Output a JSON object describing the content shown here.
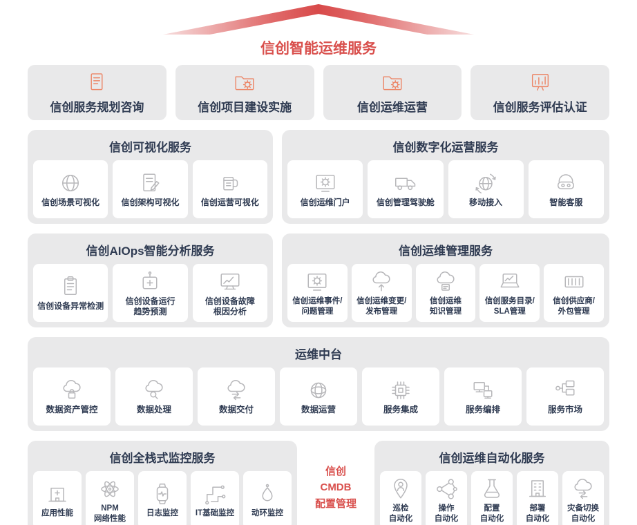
{
  "page": {
    "title": "信创智能运维服务"
  },
  "colors": {
    "accent_red": "#d9504d",
    "navy_text": "#2f3b52",
    "panel_gray": "#e9e9ea",
    "icon_gray": "#b7b7ba",
    "icon_orange": "#ec8566"
  },
  "top_services": {
    "items": [
      {
        "label": "信创服务规划咨询",
        "icon": "document-icon"
      },
      {
        "label": "信创项目建设实施",
        "icon": "folder-gear-icon"
      },
      {
        "label": "信创运维运营",
        "icon": "folder-gear-icon"
      },
      {
        "label": "信创服务评估认证",
        "icon": "bar-chart-icon"
      }
    ]
  },
  "viz": {
    "title": "信创可视化服务",
    "items": [
      {
        "label": "信创场景可视化",
        "icon": "globe-icon"
      },
      {
        "label": "信创架构可视化",
        "icon": "document-pencil-icon"
      },
      {
        "label": "信创运营可视化",
        "icon": "mug-icon"
      }
    ]
  },
  "digital": {
    "title": "信创数字化运营服务",
    "items": [
      {
        "label": "信创运维门户",
        "icon": "gear-screen-icon"
      },
      {
        "label": "信创管理驾驶舱",
        "icon": "truck-icon"
      },
      {
        "label": "移动接入",
        "icon": "globe-arrows-icon"
      },
      {
        "label": "智能客服",
        "icon": "vr-headset-icon"
      }
    ]
  },
  "aiops": {
    "title": "信创AIOps智能分析服务",
    "items": [
      {
        "label": "信创设备异常检测",
        "icon": "clipboard-icon"
      },
      {
        "label": "信创设备运行\n趋势预测",
        "icon": "device-health-icon"
      },
      {
        "label": "信创设备故障\n根因分析",
        "icon": "monitor-chart-icon"
      }
    ]
  },
  "opsmgmt": {
    "title": "信创运维管理服务",
    "items": [
      {
        "label": "信创运维事件/\n问题管理",
        "icon": "gear-screen-icon"
      },
      {
        "label": "信创运维变更/\n发布管理",
        "icon": "cloud-upload-icon"
      },
      {
        "label": "信创运维\n知识管理",
        "icon": "cloud-document-icon"
      },
      {
        "label": "信创服务目录/\nSLA管理",
        "icon": "laptop-chart-icon"
      },
      {
        "label": "信创供应商/\n外包管理",
        "icon": "container-icon"
      }
    ]
  },
  "middle": {
    "title": "运维中台",
    "items": [
      {
        "label": "数据资产管控",
        "icon": "cloud-lock-icon"
      },
      {
        "label": "数据处理",
        "icon": "cloud-search-icon"
      },
      {
        "label": "数据交付",
        "icon": "cloud-transfer-icon"
      },
      {
        "label": "数据运营",
        "icon": "globe-grid-icon"
      },
      {
        "label": "服务集成",
        "icon": "chip-icon"
      },
      {
        "label": "服务编排",
        "icon": "monitors-icon"
      },
      {
        "label": "服务市场",
        "icon": "server-network-icon"
      }
    ]
  },
  "monitoring": {
    "title": "信创全栈式监控服务",
    "items": [
      {
        "label": "应用性能",
        "icon": "hospital-icon"
      },
      {
        "label": "NPM\n网络性能",
        "icon": "atom-icon"
      },
      {
        "label": "日志监控",
        "icon": "watch-icon"
      },
      {
        "label": "IT基础监控",
        "icon": "circuit-icon"
      },
      {
        "label": "动环监控",
        "icon": "balloon-icon"
      }
    ]
  },
  "cmdb": {
    "label": "信创\nCMDB\n配置管理"
  },
  "automation": {
    "title": "信创运维自动化服务",
    "items": [
      {
        "label": "巡检\n自动化",
        "icon": "person-pin-icon"
      },
      {
        "label": "操作\n自动化",
        "icon": "nodes-icon"
      },
      {
        "label": "配置\n自动化",
        "icon": "flask-icon"
      },
      {
        "label": "部署\n自动化",
        "icon": "building-icon"
      },
      {
        "label": "灾备切换\n自动化",
        "icon": "cloud-sync-icon"
      }
    ]
  }
}
